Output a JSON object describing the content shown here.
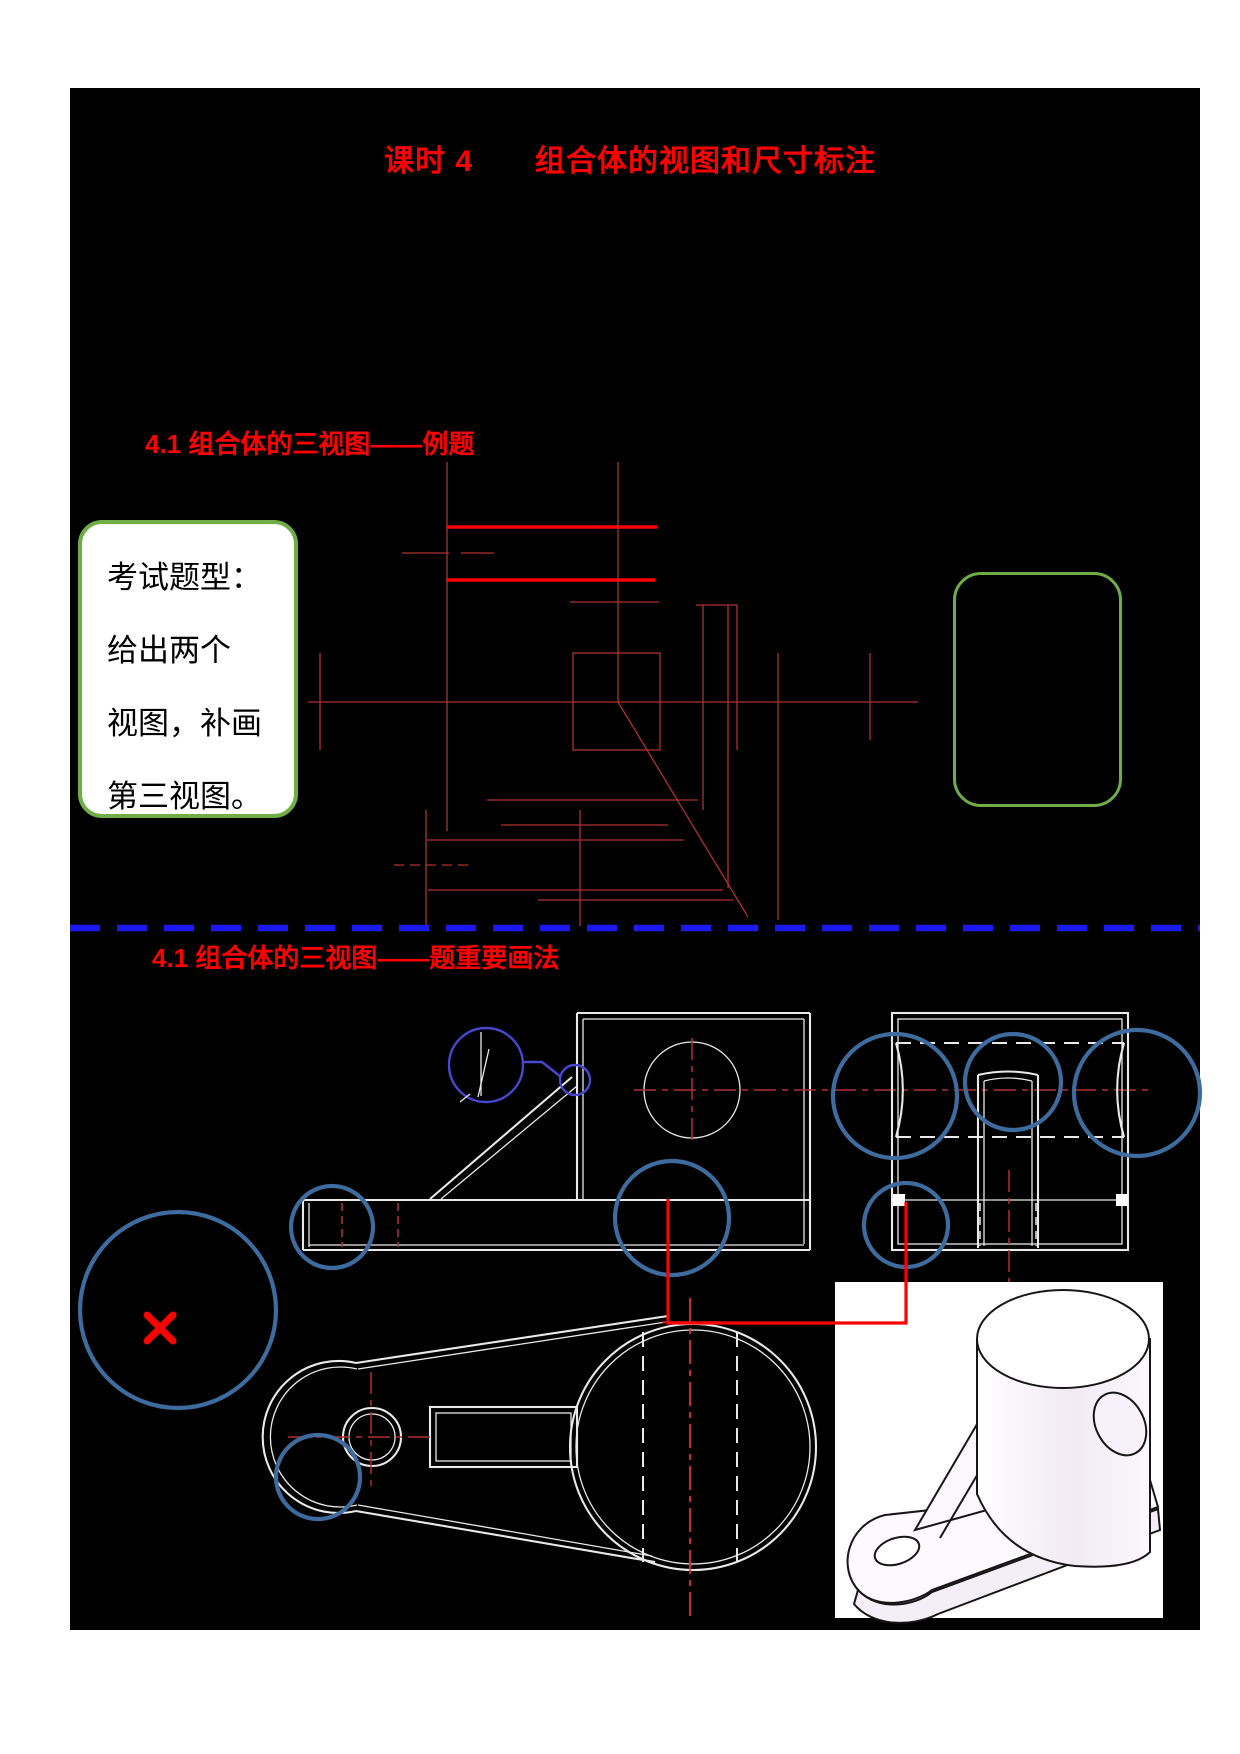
{
  "title": {
    "text": "课时 4　　组合体的视图和尺寸标注"
  },
  "sections": {
    "s1": {
      "heading": "4.1 组合体的三视图——例题"
    },
    "s2": {
      "heading": "4.1 组合体的三视图——题重要画法"
    }
  },
  "callout": {
    "line1": "考试题型：",
    "line2": "给出两个",
    "line3": "视图，补画",
    "line4": "第三视图。"
  },
  "error_mark": {
    "symbol": "×"
  },
  "colors": {
    "page_white": "#ffffff",
    "slide_black": "#000000",
    "heading_red": "#ff0000",
    "drawing_red_bright": "#ff0000",
    "drawing_red_dim": "#b03030",
    "divider_blue": "#1a1aee",
    "green_border": "#70ad47",
    "highlight_blue": "#3f6c9e",
    "detail_indigo": "#4848cf",
    "line_white": "#e9e9e9"
  }
}
